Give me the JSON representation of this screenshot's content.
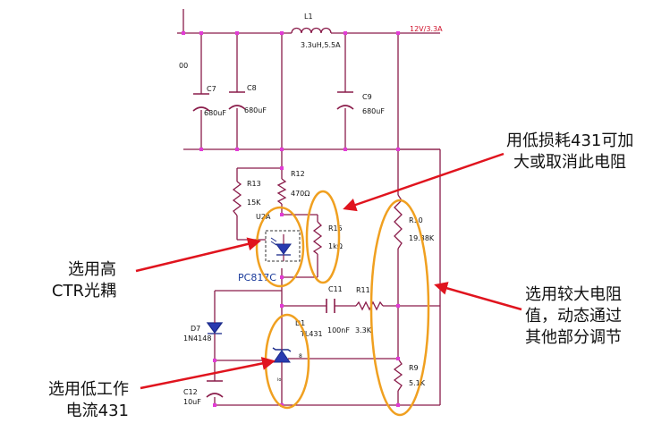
{
  "colors": {
    "wire": "#8a1c4a",
    "node": "#e23bd6",
    "highlight": "#f0a020",
    "arrow": "#e0141e",
    "label": "#111111",
    "top_rail_label": "#d0102a"
  },
  "components": {
    "l1": {
      "ref": "L1",
      "value": "3.3uH,5.5A"
    },
    "c7": {
      "ref": "C7",
      "value": "680uF"
    },
    "c8": {
      "ref": "C8",
      "value": "680uF"
    },
    "c9": {
      "ref": "C9",
      "value": "680uF"
    },
    "r12": {
      "ref": "R12",
      "value": "470Ω"
    },
    "r13": {
      "ref": "R13",
      "value": "15K"
    },
    "r15": {
      "ref": "R15",
      "value": "1kΩ"
    },
    "r10": {
      "ref": "R10",
      "value": "19.38K"
    },
    "r9": {
      "ref": "R9",
      "value": "5.1K"
    },
    "r11": {
      "ref": "R11",
      "value": "3.3K"
    },
    "c11": {
      "ref": "C11",
      "value": "100nF"
    },
    "c12": {
      "ref": "C12",
      "value": "10uF"
    },
    "u2": {
      "ref": "U2A",
      "part": "PC817C"
    },
    "d1": {
      "ref": "D1",
      "part": "TL431"
    },
    "d7": {
      "ref": "D7",
      "part": "1N4148"
    }
  },
  "rail_label": "12V/3.3A",
  "left_edge_fragment": "00",
  "pin_labels": {
    "d1_ref_pin": "8",
    "d1_anode_pin": "io"
  },
  "callouts": {
    "r15_note": {
      "line1": "用低损耗431可加",
      "line2": "大或取消此电阻"
    },
    "optocoupler_note": {
      "line1": "选用高",
      "line2": "CTR光耦"
    },
    "divider_note": {
      "line1": "选用较大电阻",
      "line2": "值，动态通过",
      "line3": "其他部分调节"
    },
    "tl431_note": {
      "line1": "选用低工作",
      "line2": "电流431"
    }
  }
}
